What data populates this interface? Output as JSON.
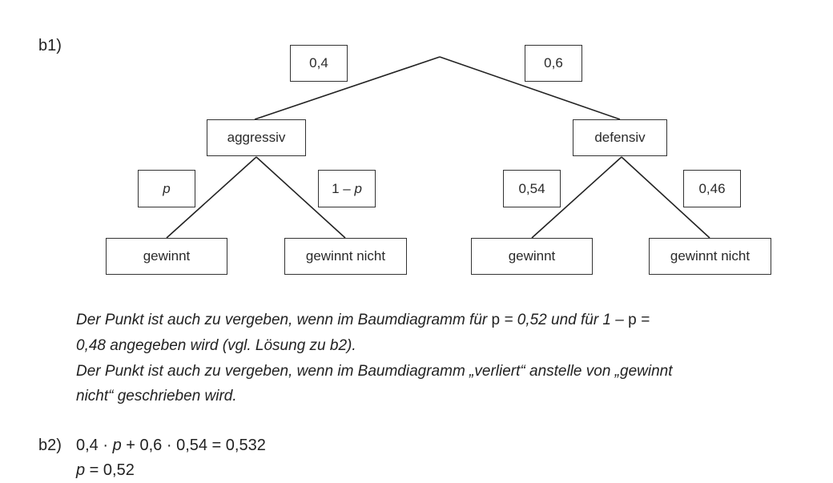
{
  "b1_label": "b1)",
  "b2_label": "b2)",
  "tree": {
    "root_left_prob": "0,4",
    "root_right_prob": "0,6",
    "node_left": "aggressiv",
    "node_right": "defensiv",
    "left_win_prob": "p",
    "left_lose_prob_num": "1 – ",
    "left_lose_prob_var": "p",
    "right_win_prob": "0,54",
    "right_lose_prob": "0,46",
    "leaf_ll": "gewinnt",
    "leaf_lr": "gewinnt nicht",
    "leaf_rl": "gewinnt",
    "leaf_rr": "gewinnt nicht"
  },
  "notes": {
    "line1_a": "Der Punkt ist auch zu vergeben, wenn im Baumdiagramm für ",
    "line1_p1": "p",
    "line1_b": " = 0,52 und für 1 – ",
    "line1_p2": "p",
    "line1_c": " =",
    "line2": "0,48 angegeben wird (vgl. Lösung zu b2).",
    "line3": "Der Punkt ist auch zu vergeben, wenn im Baumdiagramm „verliert“ anstelle von „gewinnt",
    "line4": "nicht“ geschrieben wird."
  },
  "b2": {
    "eq1_a": "0,4 · ",
    "eq1_p": "p",
    "eq1_b": " + 0,6 · 0,54 = 0,532",
    "eq2_p": "p",
    "eq2_b": " = 0,52"
  }
}
